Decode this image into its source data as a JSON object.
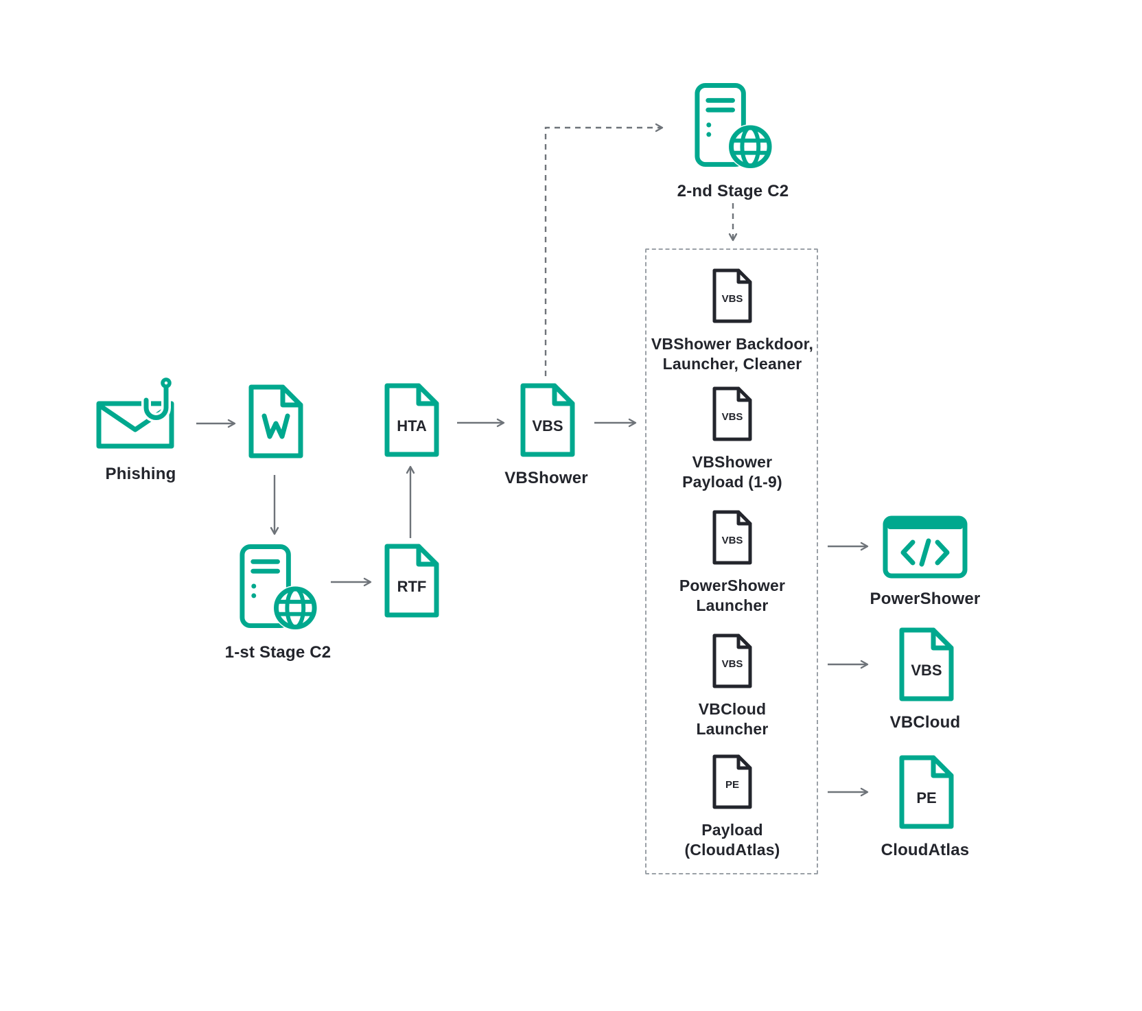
{
  "colors": {
    "accent": "#00a88e",
    "ink": "#23252c",
    "arrow": "#6e7379"
  },
  "nodes": {
    "phishing": {
      "label": "Phishing"
    },
    "stage1_c2": {
      "label": "1-st Stage C2"
    },
    "rtf": {
      "badge": "RTF"
    },
    "hta": {
      "badge": "HTA"
    },
    "vbshower": {
      "badge": "VBS",
      "label": "VBShower"
    },
    "stage2_c2": {
      "label": "2-nd Stage C2"
    },
    "payload_group": [
      {
        "badge": "VBS",
        "label": "VBShower Backdoor,\nLauncher, Cleaner"
      },
      {
        "badge": "VBS",
        "label": "VBShower\nPayload (1-9)"
      },
      {
        "badge": "VBS",
        "label": "PowerShower\nLauncher"
      },
      {
        "badge": "VBS",
        "label": "VBCloud\nLauncher"
      },
      {
        "badge": "PE",
        "label": "Payload\n(CloudAtlas)"
      }
    ],
    "powershower": {
      "label": "PowerShower"
    },
    "vbcloud": {
      "badge": "VBS",
      "label": "VBCloud"
    },
    "cloudatlas": {
      "badge": "PE",
      "label": "CloudAtlas"
    }
  }
}
